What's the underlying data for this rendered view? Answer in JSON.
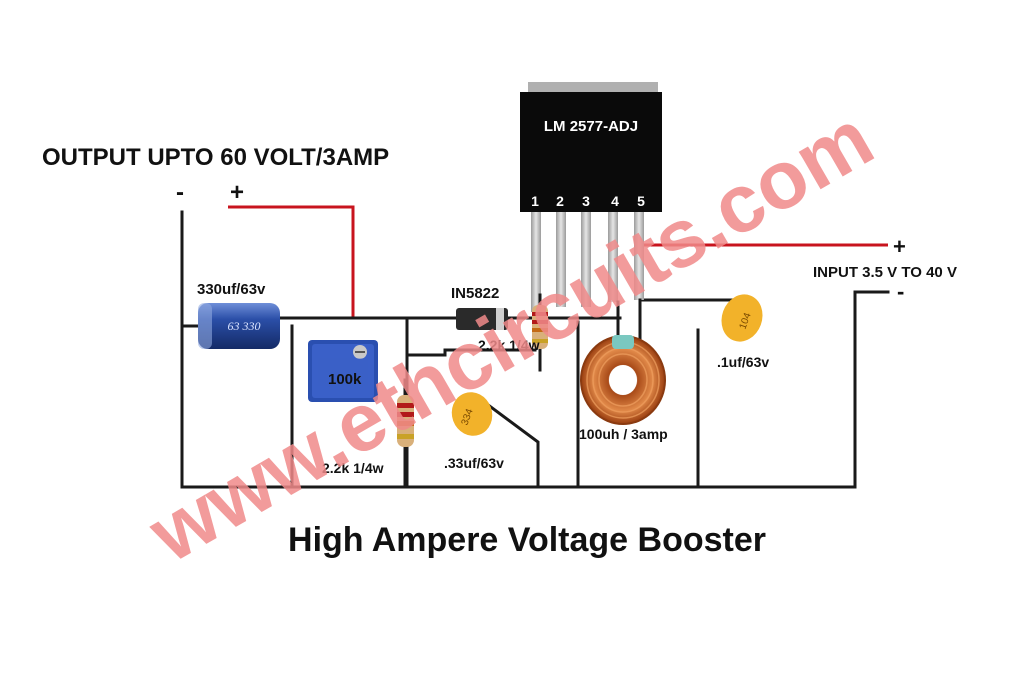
{
  "output_label": "OUTPUT UPTO 60 VOLT/3AMP",
  "output_minus": "-",
  "output_plus": "+",
  "ic_label": "LM 2577-ADJ",
  "ic_pins": [
    "1",
    "2",
    "3",
    "4",
    "5"
  ],
  "input_label": "INPUT 3.5 V TO 40 V",
  "input_plus": "+",
  "input_minus": "-",
  "cap_output_label": "330uf/63v",
  "cap_output_marking": "63 330",
  "diode_label": "IN5822",
  "resistor_top_label": "2.2k 1/4w",
  "pot_label": "100k",
  "resistor_bottom_label": "2.2k 1/4w",
  "cap_comp_label": ".33uf/63v",
  "cap_comp_marking": "334",
  "inductor_label": "100uh / 3amp",
  "cap_input_label": ".1uf/63v",
  "cap_input_marking": "104",
  "title": "High Ampere Voltage Booster",
  "watermark": "www.ethcircuits.com",
  "colors": {
    "wire": "#1a1a1a",
    "positive_wire": "#c8141e",
    "ic_body": "#0a0a0a",
    "ic_tab": "#b0b0b0",
    "pin": "#c4c4c4",
    "electrolytic": "#1f3f8c",
    "pot": "#2a4fb0",
    "ceramic_cap": "#f2b22a",
    "inductor_copper": "#c8682a",
    "watermark": "#f08a8a"
  }
}
